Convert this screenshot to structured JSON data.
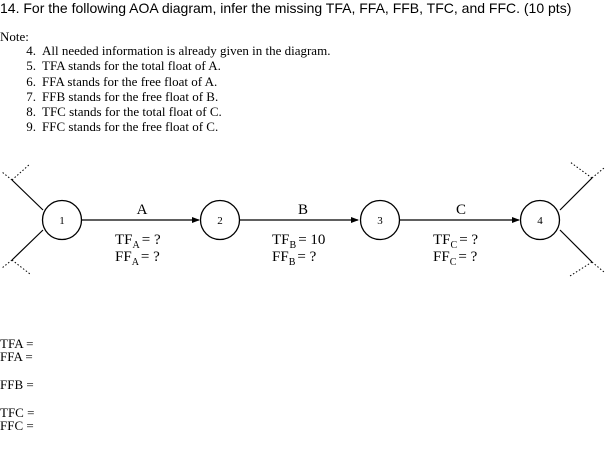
{
  "question": "14. For the following AOA diagram, infer the missing TFA, FFA, FFB, TFC, and FFC. (10 pts)",
  "note_label": "Note:",
  "notes": [
    {
      "num": "4.",
      "text": "All needed information is already given in the diagram."
    },
    {
      "num": "5.",
      "text": "TFA stands for the total float of A."
    },
    {
      "num": "6.",
      "text": "FFA stands for the free float of A."
    },
    {
      "num": "7.",
      "text": "FFB stands for the free float of B."
    },
    {
      "num": "8.",
      "text": "TFC stands for the total float of C."
    },
    {
      "num": "9.",
      "text": "FFC stands for the free float of C."
    }
  ],
  "diagram": {
    "nodes": [
      "1",
      "2",
      "3",
      "4"
    ],
    "activities": [
      {
        "name": "A",
        "tf_label": "TF",
        "tf_sub": "A",
        "tf_value": "= ?",
        "ff_label": "FF",
        "ff_sub": "A",
        "ff_value": "= ?"
      },
      {
        "name": "B",
        "tf_label": "TF",
        "tf_sub": "B",
        "tf_value": "= 10",
        "ff_label": "FF",
        "ff_sub": "B",
        "ff_value": "= ?"
      },
      {
        "name": "C",
        "tf_label": "TF",
        "tf_sub": "C",
        "tf_value": "= ?",
        "ff_label": "FF",
        "ff_sub": "C",
        "ff_value": "= ?"
      }
    ]
  },
  "answers": [
    {
      "label": "TFA =",
      "value": ""
    },
    {
      "label": "FFA =",
      "value": ""
    },
    {
      "label": "FFB =",
      "value": ""
    },
    {
      "label": "TFC =",
      "value": ""
    },
    {
      "label": "FFC =",
      "value": ""
    }
  ]
}
